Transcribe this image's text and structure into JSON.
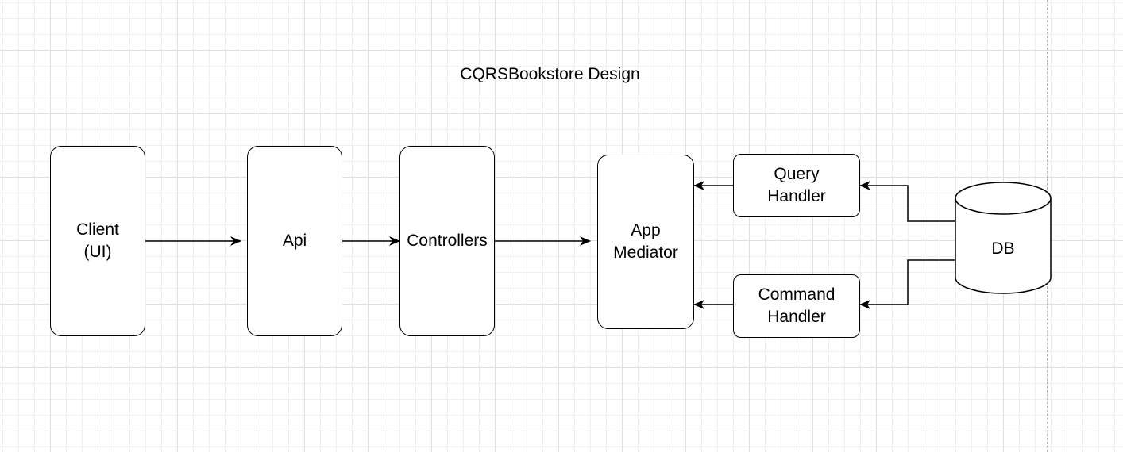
{
  "diagram": {
    "title": "CQRSBookstore Design",
    "nodes": {
      "client": "Client\n(UI)",
      "api": "Api",
      "controllers": "Controllers",
      "mediator": "App\nMediator",
      "query_handler": "Query\nHandler",
      "command_handler": "Command\nHandler",
      "db": "DB"
    },
    "edges": [
      {
        "from": "client",
        "to": "api"
      },
      {
        "from": "api",
        "to": "controllers"
      },
      {
        "from": "controllers",
        "to": "mediator"
      },
      {
        "from": "query_handler",
        "to": "mediator"
      },
      {
        "from": "command_handler",
        "to": "mediator"
      },
      {
        "from": "db",
        "to": "query_handler"
      },
      {
        "from": "db",
        "to": "command_handler"
      }
    ]
  },
  "colors": {
    "stroke": "#000000",
    "fill": "#ffffff",
    "grid": "#e0e0e0"
  }
}
